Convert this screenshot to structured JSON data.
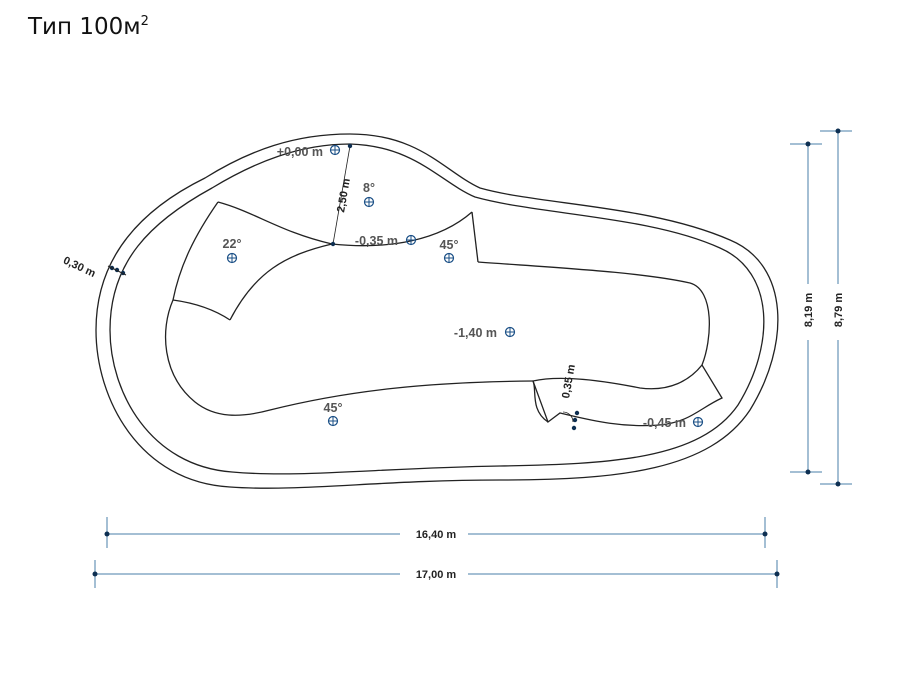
{
  "title": {
    "text": "Тип 100м",
    "sup": "2"
  },
  "depth_labels": {
    "top": "+0,00 m",
    "step": "-0,35 m",
    "main": "-1,40 m",
    "right_step": "-0,45 m"
  },
  "angle_labels": {
    "a1": "8°",
    "a2": "22°",
    "a3": "45°",
    "a4": "45°"
  },
  "dimensions": {
    "wall": "0,30 m",
    "step_width": "2,50 m",
    "right_step_width": "0,35 m",
    "inner_length": "16,40 m",
    "outer_length": "17,00 m",
    "inner_width": "8,19 m",
    "outer_width": "8,79 m"
  }
}
